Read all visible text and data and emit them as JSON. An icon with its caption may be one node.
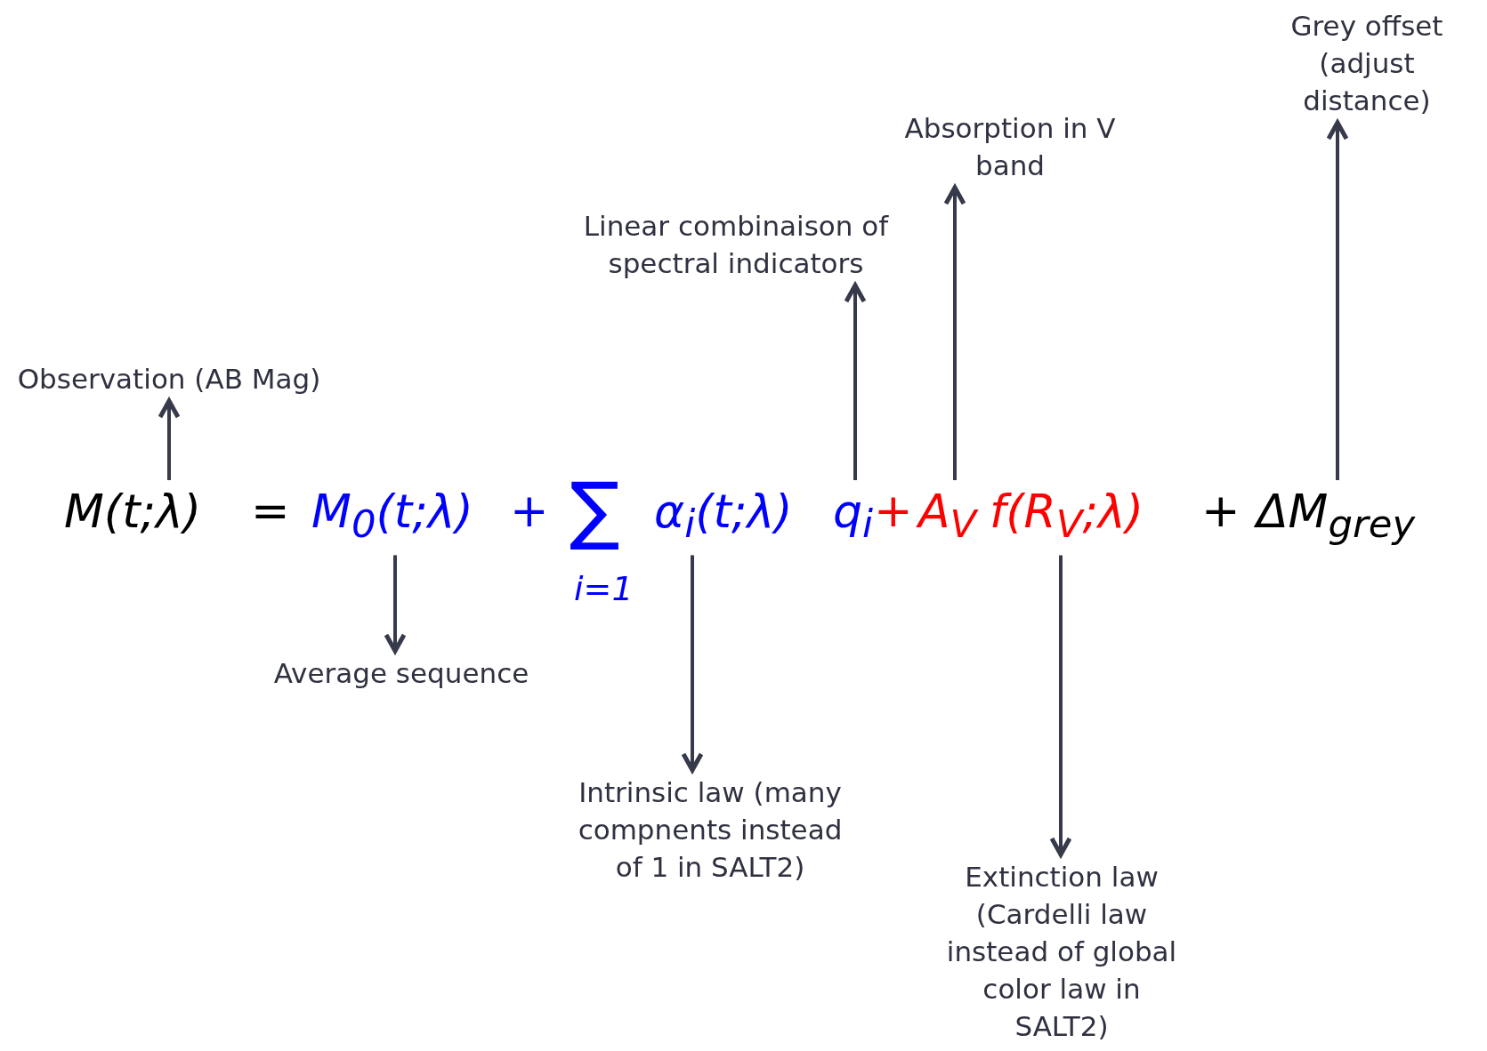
{
  "diagram": {
    "nodes": [
      {
        "text": [
          "M(t;λ)"
        ]
      },
      {
        "text": [
          "M$_{0}$(t;λ)"
        ]
      },
      {
        "text": [
          "α$_{i}$(t;λ)"
        ]
      },
      {
        "text": [
          "q$_{i}$"
        ]
      },
      {
        "text": [
          "A$_{V}$"
        ]
      },
      {
        "text": [
          "f(R$_{V}$;λ)"
        ]
      },
      {
        "text": [
          "ΔM$_{grey}$"
        ]
      },
      {
        "text": [
          "Observation (AB Mag)"
        ]
      },
      {
        "text": [
          "Average sequence"
        ]
      },
      {
        "text": [
          "Intrinsic law (many compnents instead of 1 in SALT2)"
        ]
      },
      {
        "text": [
          "Linear combinaison of spectral indicators"
        ]
      },
      {
        "text": [
          "Absorption in V band"
        ]
      },
      {
        "text": [
          "Extinction law (Cardelli law instead of global color law in SALT2)"
        ]
      },
      {
        "text": [
          "Grey offset (adjust distance)"
        ]
      }
    ],
    "edges": [
      {
        "from": 0,
        "to": 7,
        "arrow": "to"
      },
      {
        "from": 1,
        "to": 8,
        "arrow": "to"
      },
      {
        "from": 2,
        "to": 9,
        "arrow": "to"
      },
      {
        "from": 3,
        "to": 10,
        "arrow": "to"
      },
      {
        "from": 4,
        "to": 11,
        "arrow": "to"
      },
      {
        "from": 5,
        "to": 12,
        "arrow": "to"
      },
      {
        "from": 6,
        "to": 13,
        "arrow": "to"
      }
    ],
    "labels": [
      "=",
      "+",
      "∑",
      "i=1",
      "+",
      "+"
    ]
  }
}
